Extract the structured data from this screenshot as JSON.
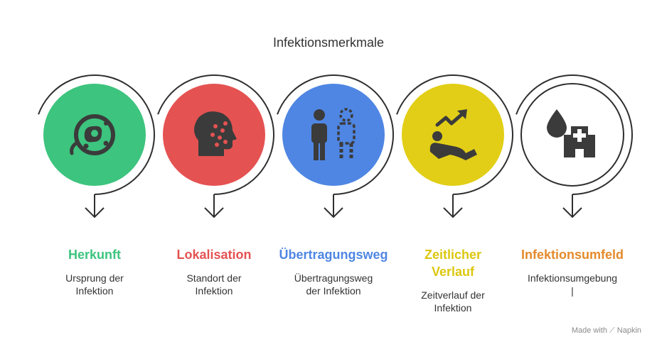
{
  "title": "Infektionsmerkmale",
  "credit": "Made with ⟋ Napkin",
  "steps": [
    {
      "heading": "Herkunft",
      "heading_lines": [
        "Herkunft"
      ],
      "desc_lines": [
        "Ursprung der",
        "Infektion"
      ],
      "color": "#3dc47e",
      "heading_color": "#3dc47e",
      "icon": "bacteria-icon"
    },
    {
      "heading": "Lokalisation",
      "heading_lines": [
        "Lokalisation"
      ],
      "desc_lines": [
        "Standort der",
        "Infektion"
      ],
      "color": "#e55252",
      "heading_color": "#e55252",
      "icon": "infected-head-icon"
    },
    {
      "heading": "Übertragungsweg",
      "heading_lines": [
        "Übertragungsweg"
      ],
      "desc_lines": [
        "Übertragungsweg",
        "der Infektion"
      ],
      "color": "#4f86e3",
      "heading_color": "#4f86e3",
      "icon": "transmission-icon"
    },
    {
      "heading": "Zeitlicher Verlauf",
      "heading_lines": [
        "Zeitlicher",
        "Verlauf"
      ],
      "desc_lines": [
        "Zeitverlauf der",
        "Infektion"
      ],
      "color": "#e2ce16",
      "heading_color": "#dcc70f",
      "icon": "trend-icon"
    },
    {
      "heading": "Infektionsumfeld",
      "heading_lines": [
        "Infektionsumfeld"
      ],
      "desc_lines": [
        "Infektionsumgebung",
        "|"
      ],
      "color": "#ffffff",
      "heading_color": "#e48a2c",
      "icon": "hospital-icon"
    }
  ]
}
